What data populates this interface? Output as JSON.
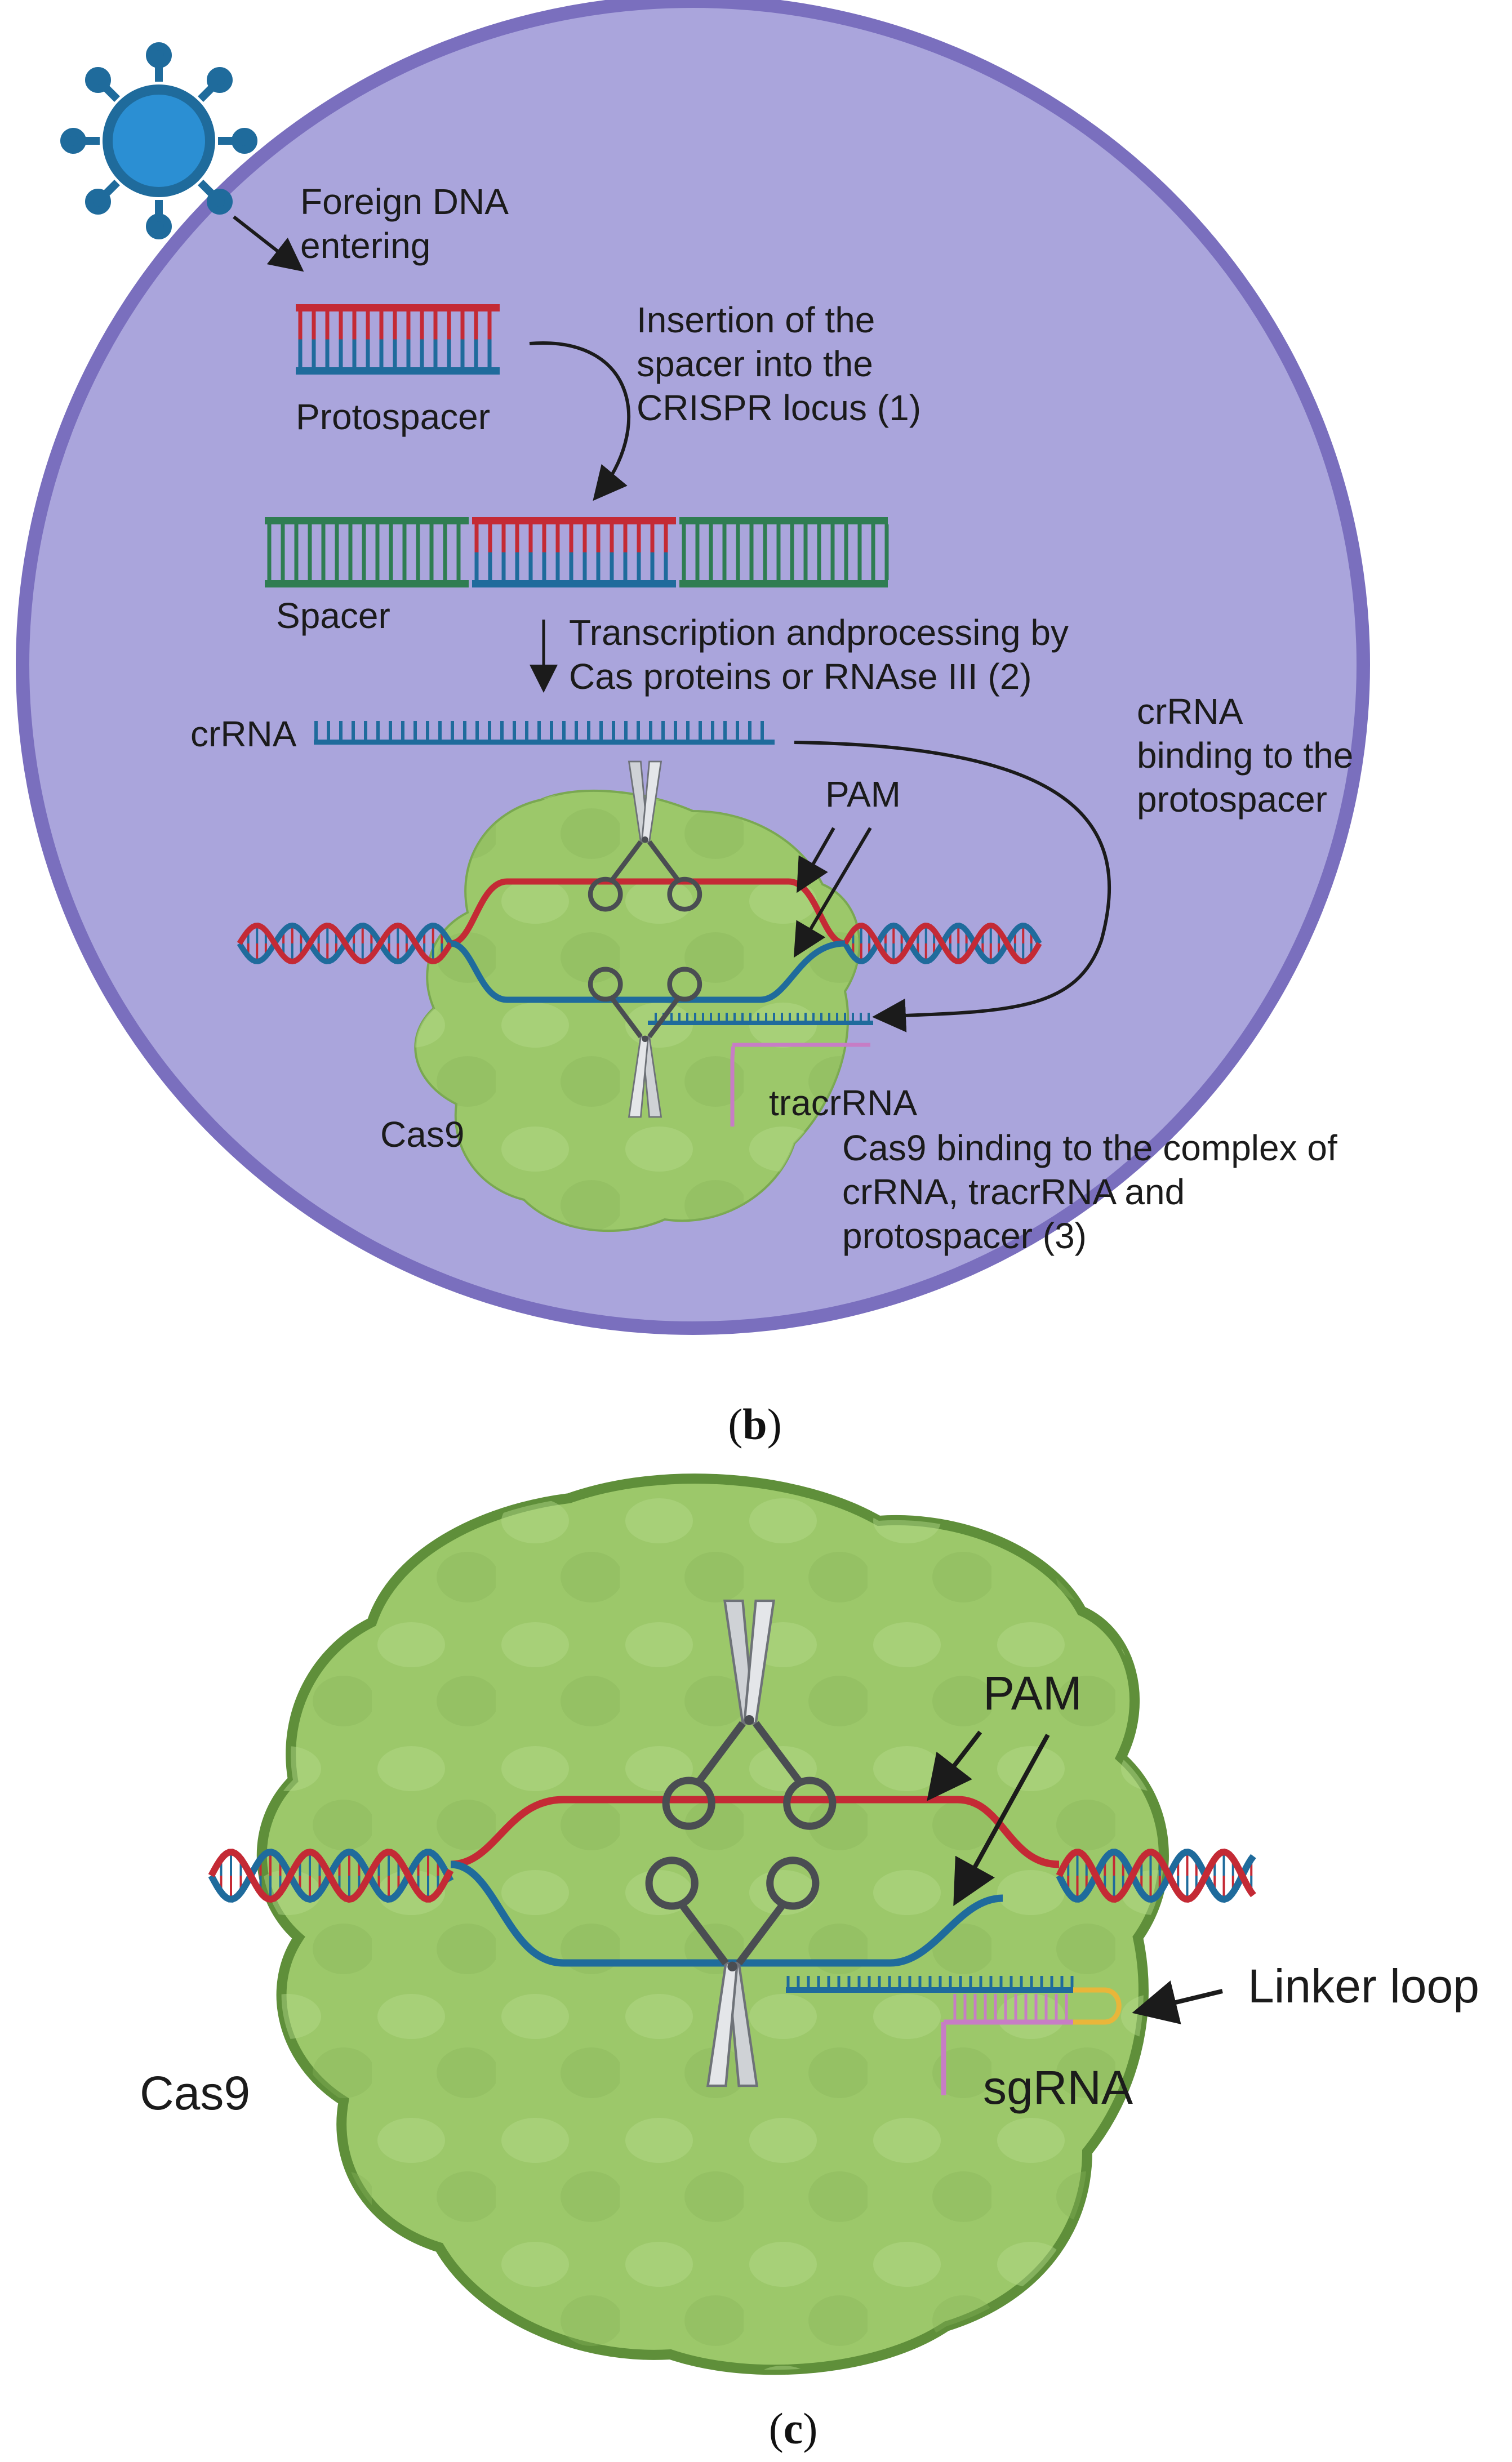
{
  "panel_b": {
    "foreign_dna_1": "Foreign DNA",
    "foreign_dna_2": "entering",
    "protospacer": "Protospacer",
    "insertion_1": "Insertion of the",
    "insertion_2": "spacer into the",
    "insertion_3": "CRISPR locus (1)",
    "spacer": "Spacer",
    "transcription_1": "Transcription andprocessing by",
    "transcription_2": "Cas proteins or RNAse III (2)",
    "crrna": "crRNA",
    "binding_1": "crRNA",
    "binding_2": "binding to the",
    "binding_3": "protospacer",
    "pam": "PAM",
    "tracrrna": "tracrRNA",
    "cas9": "Cas9",
    "complex_1": "Cas9 binding to the complex of",
    "complex_2": "crRNA, tracrRNA and",
    "complex_3": "protospacer (3)",
    "caption_open": "(",
    "caption_letter": "b",
    "caption_close": ")"
  },
  "panel_c": {
    "pam": "PAM",
    "linker_loop": "Linker loop",
    "cas9": "Cas9",
    "sgrna": "sgRNA",
    "caption_open": "(",
    "caption_letter": "c",
    "caption_close": ")"
  },
  "colors": {
    "cell_fill": "#aaa5dc",
    "cell_border": "#7a6fbe",
    "cas9_fill": "#9cc86a",
    "cas9_border": "#5f8f3a",
    "dna_red": "#c42a35",
    "dna_blue": "#1f6b9c",
    "spacer_green": "#2f7d52",
    "virus_blue": "#2b8fd3",
    "tracr_pink": "#c77dc5",
    "loop_orange": "#e9b63a"
  }
}
